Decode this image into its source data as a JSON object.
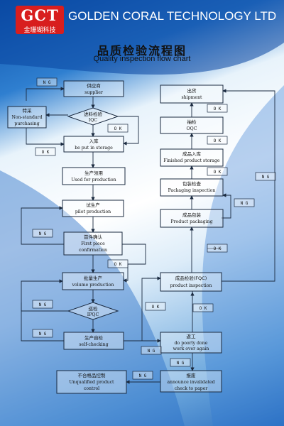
{
  "header": {
    "logo_text": "GCT",
    "logo_sub": "金珊瑚科技",
    "company_name": "GOLDEN CORAL TECHNOLOGY LTD"
  },
  "title": {
    "cn": "品质检验流程图",
    "en": "Quality inspection flow chart"
  },
  "nodes": {
    "supplier": {
      "cn": "供应商",
      "en": "supplier"
    },
    "iqc": {
      "cn": "进料检验",
      "en": "IQC"
    },
    "purchase": {
      "cn": "特采",
      "en1": "Non-standard",
      "en2": "purchasing"
    },
    "storage": {
      "cn": "入库",
      "en": "be put in storage"
    },
    "production_use": {
      "cn": "生产领用",
      "en": "Used for production"
    },
    "pilot": {
      "cn": "试生产",
      "en": "pilot production"
    },
    "first_piece": {
      "cn": "首件确认",
      "en1": "First piece",
      "en2": "confirmation"
    },
    "volume": {
      "cn": "批量生产",
      "en": "volume production"
    },
    "ipqc": {
      "cn": "巡检",
      "en": "IPQC"
    },
    "self_check": {
      "cn": "生产自检",
      "en": "self-checking"
    },
    "unqualified": {
      "cn": "不合格品控制",
      "en1": "Unqualified product",
      "en2": "control"
    },
    "shipment": {
      "cn": "出货",
      "en": "shipment"
    },
    "oqc": {
      "cn": "抽检",
      "en": "OQC"
    },
    "finished_storage": {
      "cn": "成品入库",
      "en": "Finished product storage"
    },
    "pack_inspect": {
      "cn": "包装检查",
      "en": "Packaging inspection"
    },
    "product_pack": {
      "cn": "成品包装",
      "en": "Product packaging"
    },
    "fqc": {
      "cn": "成品检验(FQC)",
      "en": "product inspection"
    },
    "rework": {
      "cn": "返工",
      "en1": "do poorly done",
      "en2": "work over again"
    },
    "scrap": {
      "cn": "报废",
      "en1": "announce invalidated",
      "en2": "check to paper"
    }
  },
  "labels": {
    "ng": "N G",
    "ok": "O K"
  }
}
